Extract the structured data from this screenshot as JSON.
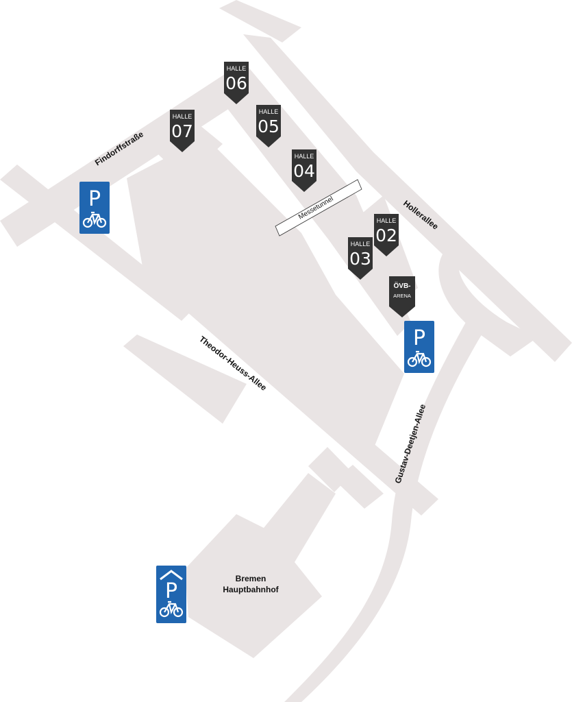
{
  "colors": {
    "background": "#ffffff",
    "road": "#e9e4e4",
    "marker": "#333333",
    "marker_text": "#ffffff",
    "parking_blue": "#2066b0"
  },
  "streets": {
    "findorff": "Findorffstraße",
    "hollerallee": "Hollerallee",
    "theodor_heuss": "Theodor-Heuss-Allee",
    "gustav_deetjen": "Gustav-Deetjen-Allee",
    "messetunnel": "Messetunnel"
  },
  "halls": [
    {
      "label": "HALLE",
      "number": "06"
    },
    {
      "label": "HALLE",
      "number": "07"
    },
    {
      "label": "HALLE",
      "number": "05"
    },
    {
      "label": "HALLE",
      "number": "04"
    },
    {
      "label": "HALLE",
      "number": "02"
    },
    {
      "label": "HALLE",
      "number": "03"
    }
  ],
  "arena": {
    "line1": "ÖVB-",
    "line2": "ARENA"
  },
  "station": {
    "line1": "Bremen",
    "line2": "Hauptbahnhof"
  },
  "parking": [
    {
      "letter": "P",
      "icon": "bicycle-icon",
      "kind": "bike-parking"
    },
    {
      "letter": "P",
      "icon": "bicycle-icon",
      "kind": "bike-parking"
    },
    {
      "letter": "P",
      "icon": "bicycle-icon",
      "kind": "bike-parking-garage",
      "roof": "roof-icon"
    }
  ]
}
